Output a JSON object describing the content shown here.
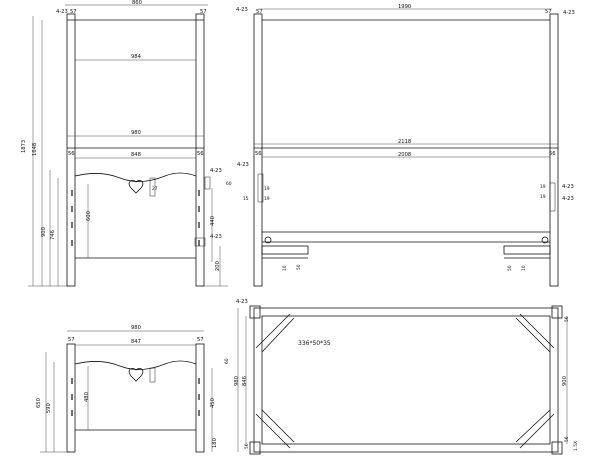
{
  "views": {
    "headboard_front": {
      "top_width": "860",
      "corner_left": "4-23",
      "corner_posts_left": "57",
      "corner_posts_right": "57",
      "inner_width": "984",
      "total_height": "1873",
      "post_height": "1648",
      "board_width": "980",
      "board_inner": "848",
      "post_left": "56",
      "post_right": "56",
      "board_height": "900",
      "side_height": "746",
      "panel_height": "600",
      "right_hook_top": "4-23",
      "right_hook_bottom": "4-23",
      "right_dim_a": "440",
      "right_dim_b": "200",
      "right_dim_c": "27",
      "right_dim_d": "60"
    },
    "side_view": {
      "corner_left": "4-23",
      "corner_left_post": "57",
      "corner_right_post": "57",
      "corner_right": "4-23",
      "top_length": "1990",
      "overall_length": "2118",
      "inner_length": "2008",
      "left_post": "56",
      "right_post": "56",
      "hook_left": "4-23",
      "hook_left_dims": [
        "19",
        "19",
        "15"
      ],
      "hook_right": "4-23",
      "hook_right_dims": [
        "19",
        "19"
      ],
      "hook_right_bottom": "4-23",
      "bottom_left_a": "10",
      "bottom_left_b": "50",
      "bottom_right_a": "50",
      "bottom_right_b": "10"
    },
    "footboard_front": {
      "top_width": "980",
      "corner_left_post": "57",
      "corner_right_post": "57",
      "inner_width": "847",
      "left_height": "650",
      "left_inner": "590",
      "panel_height": "480",
      "right_dim_a": "450",
      "right_dim_b": "180",
      "right_dim_c": "60"
    },
    "top_plan": {
      "corner_label": "4-23",
      "brace_label": "336*50*35",
      "left_dim_a": "980",
      "left_dim_b": "846",
      "left_dim_c": "56",
      "right_dim_a": "900",
      "right_dim_b": "56",
      "right_dim_c": "56",
      "bottom_right": "1.5X"
    }
  }
}
